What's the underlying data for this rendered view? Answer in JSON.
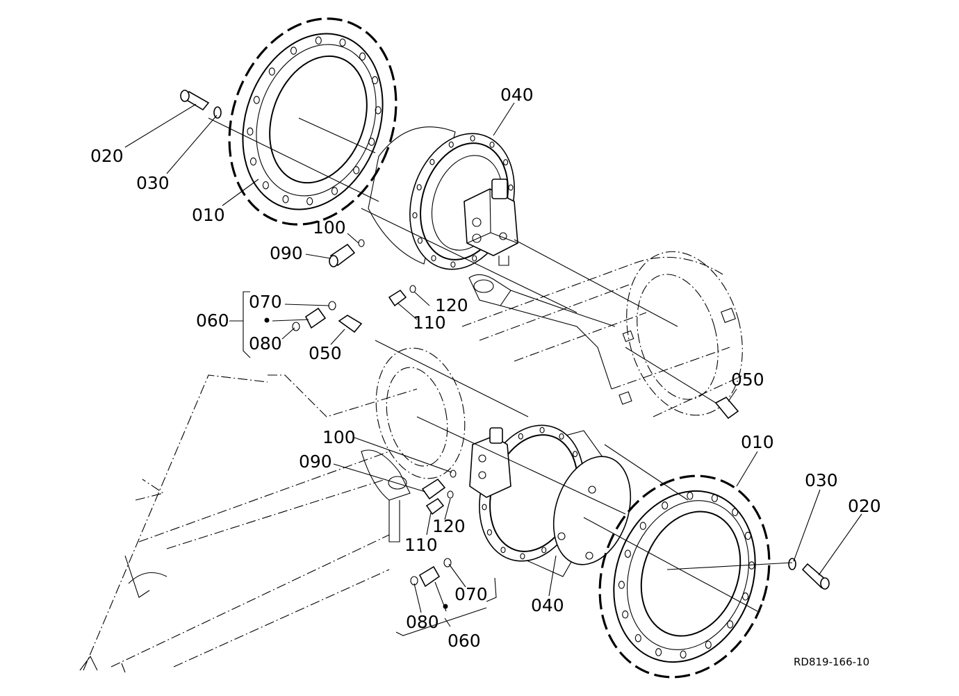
{
  "diagram": {
    "callouts": {
      "c010_top": "010",
      "c020_top": "020",
      "c030_top": "030",
      "c040_top": "040",
      "c050_top": "050",
      "c060_top": "060",
      "c070_top": "070",
      "c080_top": "080",
      "c090_top": "090",
      "c100_top": "100",
      "c110_top": "110",
      "c120_top": "120",
      "c050_right": "050",
      "c010_bot": "010",
      "c020_bot": "020",
      "c030_bot": "030",
      "c040_bot": "040",
      "c060_bot": "060",
      "c070_bot": "070",
      "c080_bot": "080",
      "c090_bot": "090",
      "c100_bot": "100",
      "c110_bot": "110",
      "c120_bot": "120"
    },
    "document_code": "RD819-166-10"
  }
}
